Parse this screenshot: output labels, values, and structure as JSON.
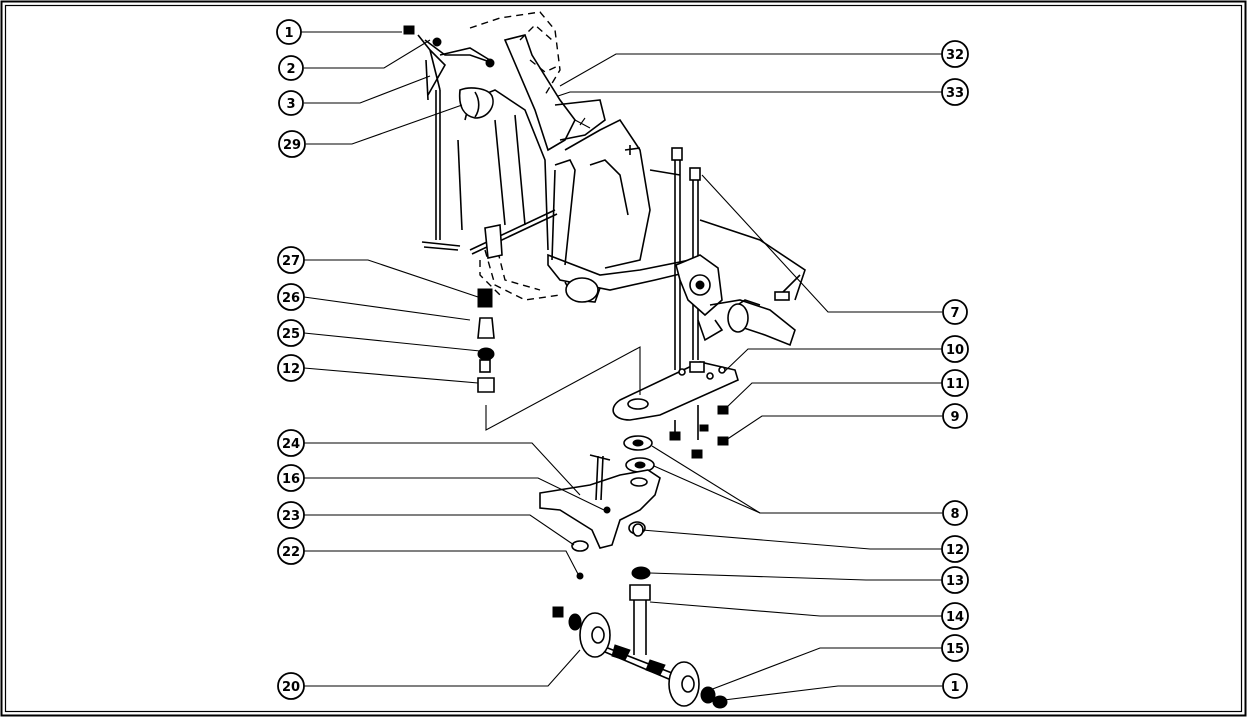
{
  "diagram": {
    "callouts": [
      {
        "id": "c-left-1",
        "label": "1"
      },
      {
        "id": "c-left-2",
        "label": "2"
      },
      {
        "id": "c-left-3",
        "label": "3"
      },
      {
        "id": "c-left-29",
        "label": "29"
      },
      {
        "id": "c-left-27",
        "label": "27"
      },
      {
        "id": "c-left-26",
        "label": "26"
      },
      {
        "id": "c-left-25",
        "label": "25"
      },
      {
        "id": "c-left-12",
        "label": "12"
      },
      {
        "id": "c-left-24",
        "label": "24"
      },
      {
        "id": "c-left-16",
        "label": "16"
      },
      {
        "id": "c-left-23",
        "label": "23"
      },
      {
        "id": "c-left-22",
        "label": "22"
      },
      {
        "id": "c-left-20",
        "label": "20"
      },
      {
        "id": "c-right-32",
        "label": "32"
      },
      {
        "id": "c-right-33",
        "label": "33"
      },
      {
        "id": "c-right-7",
        "label": "7"
      },
      {
        "id": "c-right-10",
        "label": "10"
      },
      {
        "id": "c-right-11",
        "label": "11"
      },
      {
        "id": "c-right-9",
        "label": "9"
      },
      {
        "id": "c-right-8",
        "label": "8"
      },
      {
        "id": "c-right-12",
        "label": "12"
      },
      {
        "id": "c-right-13",
        "label": "13"
      },
      {
        "id": "c-right-14",
        "label": "14"
      },
      {
        "id": "c-right-15",
        "label": "15"
      },
      {
        "id": "c-right-1",
        "label": "1"
      }
    ]
  }
}
